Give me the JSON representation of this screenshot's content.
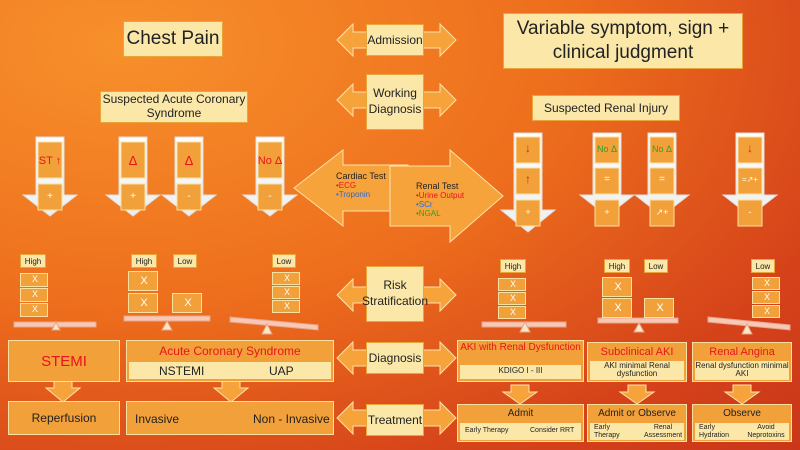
{
  "title_left": "Chest Pain",
  "title_right": "Variable symptom, sign + clinical judgment",
  "admission": "Admission",
  "working_diagnosis": "Working Diagnosis",
  "risk_stratification": "Risk Stratification",
  "diagnosis": "Diagnosis",
  "treatment": "Treatment",
  "acs_header": "Suspected Acute Coronary Syndrome",
  "renal_header": "Suspected Renal Injury",
  "cardiac_test": {
    "title": "Cardiac Test",
    "items": [
      "•ECG",
      "•Troponin"
    ]
  },
  "renal_test": {
    "title": "Renal Test",
    "items": [
      "•Urine Output",
      "•SCr",
      "•NGAL"
    ]
  },
  "cardiac_arrows": [
    {
      "top": "ST ↑",
      "bottom": "+"
    },
    {
      "top": "Δ",
      "bottom": "+"
    },
    {
      "top": "Δ",
      "bottom": "-"
    },
    {
      "top": "No Δ",
      "bottom": "-"
    }
  ],
  "renal_arrows": [
    {
      "top": "↓",
      "mid": "↑",
      "bottom": "+"
    },
    {
      "top": "No Δ",
      "mid": "=",
      "bottom": "+"
    },
    {
      "top": "No Δ",
      "mid": "=",
      "bottom": "↗+"
    },
    {
      "top": "↓",
      "mid": "=↗+",
      "bottom": "-"
    }
  ],
  "risk_labels": {
    "high": "High",
    "low": "Low"
  },
  "block_x": "X",
  "stemi": "STEMI",
  "acs_box": {
    "title": "Acute Coronary Syndrome",
    "left": "NSTEMI",
    "right": "UAP"
  },
  "reperfusion": "Reperfusion",
  "invasive": {
    "left": "Invasive",
    "right": "Non - Invasive"
  },
  "aki_dx": {
    "title": "AKI with Renal Dysfunction",
    "sub": "KDIGO I - III"
  },
  "subclinical": {
    "title": "Subclinical AKI",
    "sub": "AKI minimal Renal dysfunction"
  },
  "angina": {
    "title": "Renal Angina",
    "sub": "Renal dysfunction minimal AKI"
  },
  "admit": {
    "title": "Admit",
    "left": "Early Therapy",
    "right": "Consider RRT"
  },
  "admit_observe": {
    "title": "Admit or Observe",
    "left": "Early Therapy",
    "right": "Renal Assessment"
  },
  "observe": {
    "title": "Observe",
    "left": "Early Hydration",
    "right": "Avoid Neprotoxins"
  }
}
